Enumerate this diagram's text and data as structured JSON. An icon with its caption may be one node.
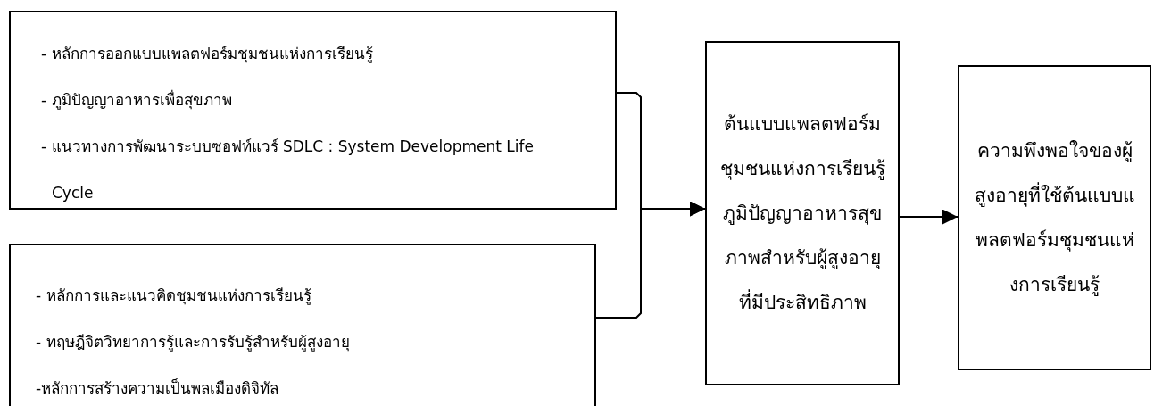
{
  "diagram": {
    "nodes": [
      {
        "text": [
          "- หลักการออกแบบแพลตฟอร์มชุมชนแห่งการเรียนรู้",
          "- ภูมิปัญญาอาหารเพื่อสุขภาพ",
          "- แนวทางการพัฒนาระบบซอฟท์แวร์ SDLC : System Development Life Cycle"
        ]
      },
      {
        "text": [
          "- หลักการและแนวคิดชุมชนแห่งการเรียนรู้",
          "- ทฤษฎีจิตวิทยาการรู้และการรับรู้สำหรับผู้สูงอายุ",
          "-หลักการสร้างความเป็นพลเมืองดิจิทัล"
        ]
      },
      {
        "text": [
          "ต้นแบบแพลตฟอร์มชุมชนแห่งการเรียนรู้ภูมิปัญญาอาหารสุขภาพสำหรับผู้สูงอายุที่มีประสิทธิภาพ"
        ]
      },
      {
        "text": [
          "ความพึงพอใจของผู้สูงอายุที่ใช้ต้นแบบแพลตฟอร์มชุมชนแห่งการเรียนรู้"
        ]
      }
    ],
    "edges": [
      {
        "from": 0,
        "to": 2,
        "arrow": "to"
      },
      {
        "from": 1,
        "to": 2,
        "arrow": "to"
      },
      {
        "from": 2,
        "to": 3,
        "arrow": "to"
      }
    ]
  }
}
